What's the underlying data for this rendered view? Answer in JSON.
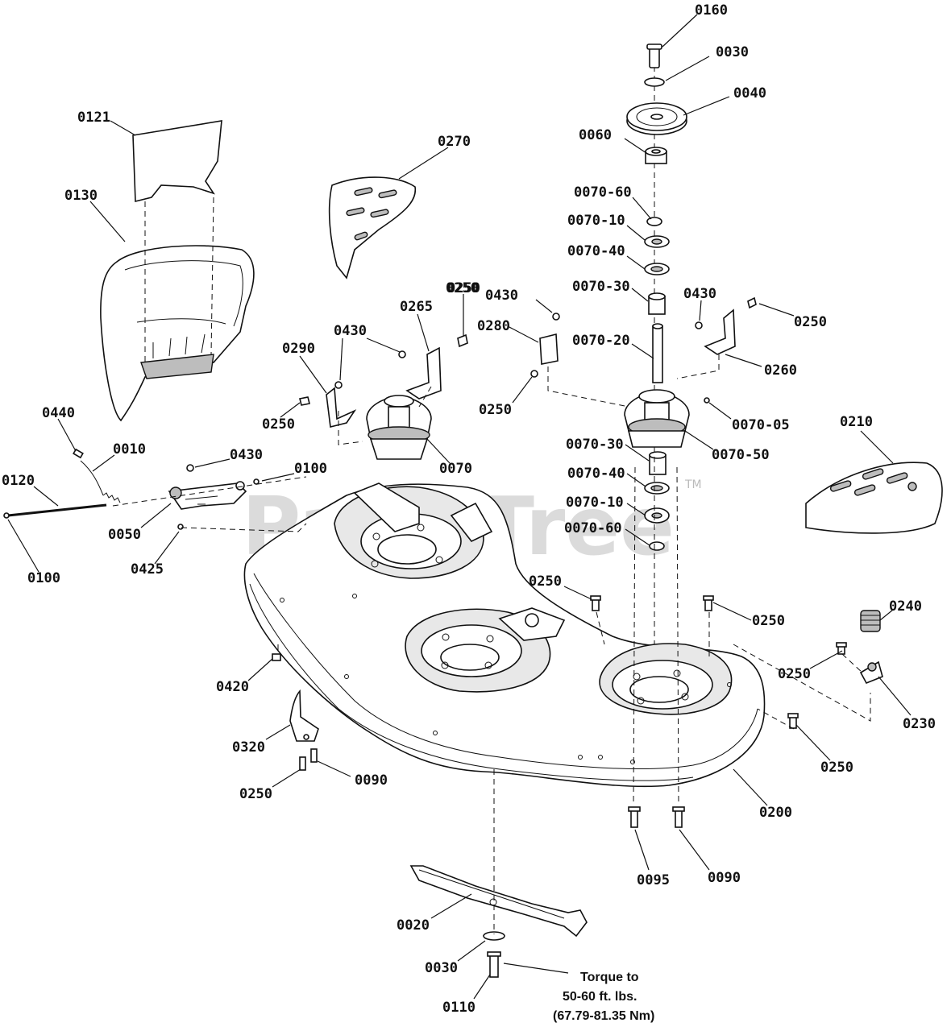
{
  "watermark": {
    "text": "PartsTree",
    "trademark": "TM"
  },
  "labels": {
    "l0160": "0160",
    "l0030_top": "0030",
    "l0040": "0040",
    "l0060": "0060",
    "l0070_60_top": "0070-60",
    "l0070_10_top": "0070-10",
    "l0070_40_top": "0070-40",
    "l0070_30_top": "0070-30",
    "l0070_20": "0070-20",
    "l0430_right": "0430",
    "l0250_top_right": "0250",
    "l0260": "0260",
    "l0070_05": "0070-05",
    "l0070_50": "0070-50",
    "l0070_30_bot": "0070-30",
    "l0070_40_bot": "0070-40",
    "l0070_10_bot": "0070-10",
    "l0070_60_bot": "0070-60",
    "l0210": "0210",
    "l0121": "0121",
    "l0130": "0130",
    "l0270": "0270",
    "l0430_mid": "0430",
    "l0250_mid_top": "0250",
    "l0280": "0280",
    "l0250_mid_left": "0250",
    "l0265": "0265",
    "l0250_pulley": "0250",
    "l0430_left": "0430",
    "l0290": "0290",
    "l0250_left": "0250",
    "l0070": "0070",
    "l0440": "0440",
    "l0010": "0010",
    "l0120": "0120",
    "l0430_bracket": "0430",
    "l0100_right": "0100",
    "l0050": "0050",
    "l0425": "0425",
    "l0100_left": "0100",
    "l0250_deck1": "0250",
    "l0250_deck2": "0250",
    "l0240": "0240",
    "l0250_deck3": "0250",
    "l0230": "0230",
    "l0250_deck4": "0250",
    "l0420": "0420",
    "l0320": "0320",
    "l0250_baffle": "0250",
    "l0090_baffle": "0090",
    "l0200": "0200",
    "l0095": "0095",
    "l0090_bottom": "0090",
    "l0020": "0020",
    "l0030_bottom": "0030",
    "l0110": "0110"
  },
  "torque_note": {
    "line1": "Torque to",
    "line2": "50-60 ft. lbs.",
    "line3": "(67.79-81.35 Nm)"
  }
}
